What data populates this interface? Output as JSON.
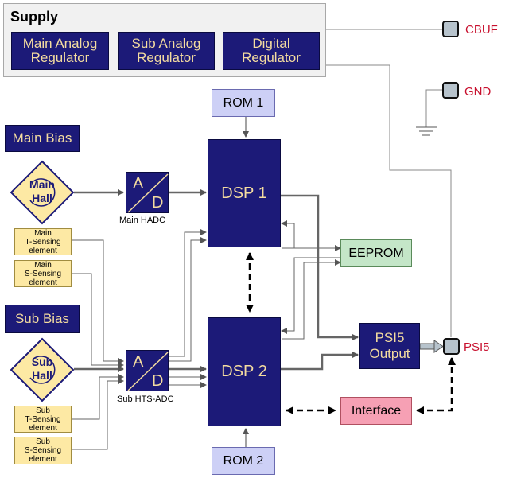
{
  "supply": {
    "title": "Supply",
    "regulators": [
      "Main Analog\nRegulator",
      "Sub Analog\nRegulator",
      "Digital\nRegulator"
    ]
  },
  "pins": {
    "cbuf": "CBUF",
    "gnd": "GND",
    "psi5": "PSI5"
  },
  "rom1": "ROM 1",
  "rom2": "ROM 2",
  "dsp1": "DSP 1",
  "dsp2": "DSP 2",
  "eeprom": "EEPROM",
  "interface": "Interface",
  "psi5_output": "PSI5\nOutput",
  "main_bias": "Main Bias",
  "sub_bias": "Sub Bias",
  "main_hall": "Main\nHall",
  "sub_hall": "Sub\nHall",
  "adc": {
    "a": "A",
    "d": "D"
  },
  "main_hadc": "Main HADC",
  "sub_hts_adc": "Sub HTS-ADC",
  "sensing": {
    "main_t": "Main\nT-Sensing\nelement",
    "main_s": "Main\nS-Sensing\nelement",
    "sub_t": "Sub\nT-Sensing\nelement",
    "sub_s": "Sub\nS-Sensing\nelement"
  },
  "colors": {
    "block": "#1c1a78",
    "block_text": "#f4dca0",
    "pin_label": "#c8102e",
    "rom": "#cdd0f6",
    "eeprom": "#c4e6c8",
    "interface": "#f6a0b4",
    "sensing": "#fde9a4"
  }
}
